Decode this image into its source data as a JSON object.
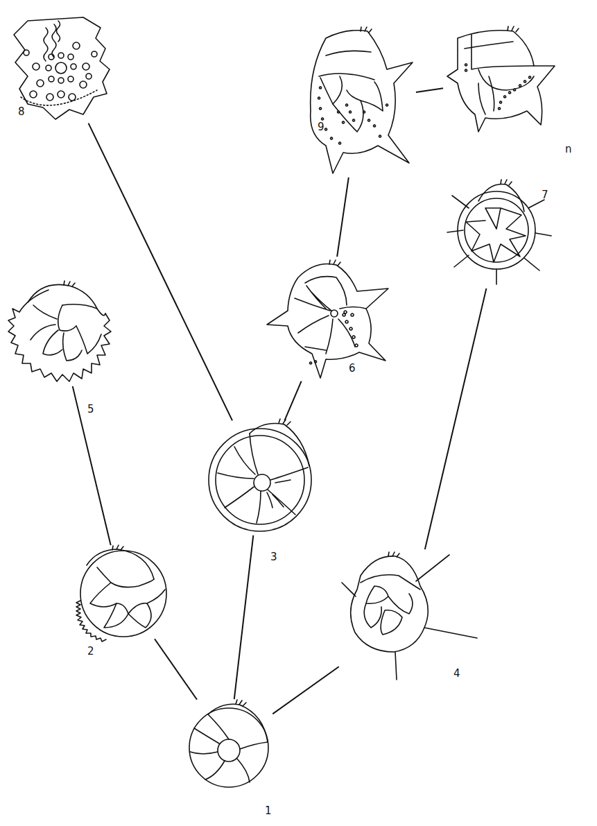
{
  "diagram": {
    "nodes": [
      {
        "text": [
          "1"
        ]
      },
      {
        "text": [
          "2"
        ]
      },
      {
        "text": [
          "3"
        ]
      },
      {
        "text": [
          "4"
        ]
      },
      {
        "text": [
          "5"
        ]
      },
      {
        "text": [
          "6"
        ]
      },
      {
        "text": [
          "7"
        ]
      },
      {
        "text": [
          "8"
        ]
      },
      {
        "text": [
          "9"
        ]
      },
      {
        "text": [
          "n"
        ]
      }
    ],
    "edges": [
      {
        "from": 0,
        "to": 1,
        "arrow": "none"
      },
      {
        "from": 0,
        "to": 2,
        "arrow": "none"
      },
      {
        "from": 0,
        "to": 3,
        "arrow": "none"
      },
      {
        "from": 1,
        "to": 4,
        "arrow": "none"
      },
      {
        "from": 2,
        "to": 7,
        "arrow": "none"
      },
      {
        "from": 2,
        "to": 5,
        "arrow": "none"
      },
      {
        "from": 5,
        "to": 8,
        "arrow": "none"
      },
      {
        "from": 8,
        "to": 9,
        "arrow": "none"
      },
      {
        "from": 3,
        "to": 6,
        "arrow": "none"
      }
    ]
  }
}
